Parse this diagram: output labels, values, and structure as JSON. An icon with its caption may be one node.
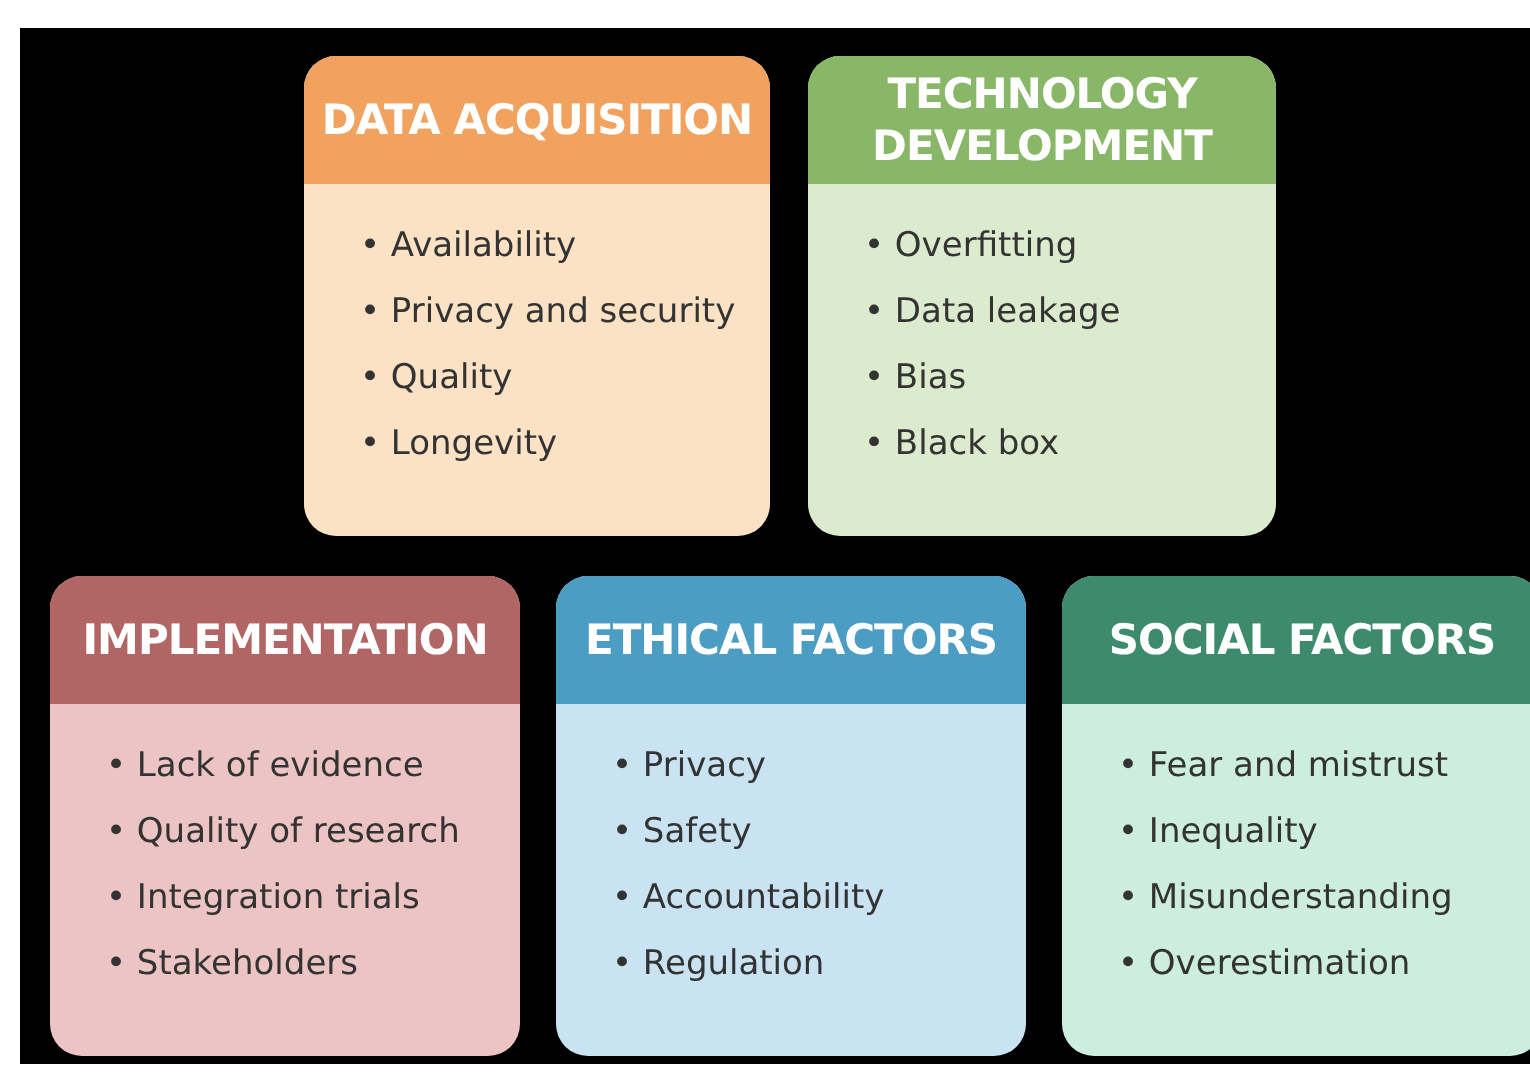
{
  "diagram": {
    "nodes": [
      {
        "text": [
          "DATA ACQUISITION",
          "• Availability",
          "• Privacy and security",
          "• Quality",
          "• Longevity"
        ]
      },
      {
        "text": [
          "TECHNOLOGY DEVELOPMENT",
          "• Overfitting",
          "• Data leakage",
          "• Bias",
          "• Black box"
        ]
      },
      {
        "text": [
          "IMPLEMENTATION",
          "• Lack of evidence",
          "• Quality of research",
          "• Integration trials",
          "• Stakeholders"
        ]
      },
      {
        "text": [
          "ETHICAL FACTORS",
          "• Privacy",
          "• Safety",
          "• Accountability",
          "• Regulation"
        ]
      },
      {
        "text": [
          "SOCIAL FACTORS",
          "• Fear and mistrust",
          "• Inequality",
          "• Misunderstanding",
          "• Overestimation"
        ]
      }
    ]
  }
}
